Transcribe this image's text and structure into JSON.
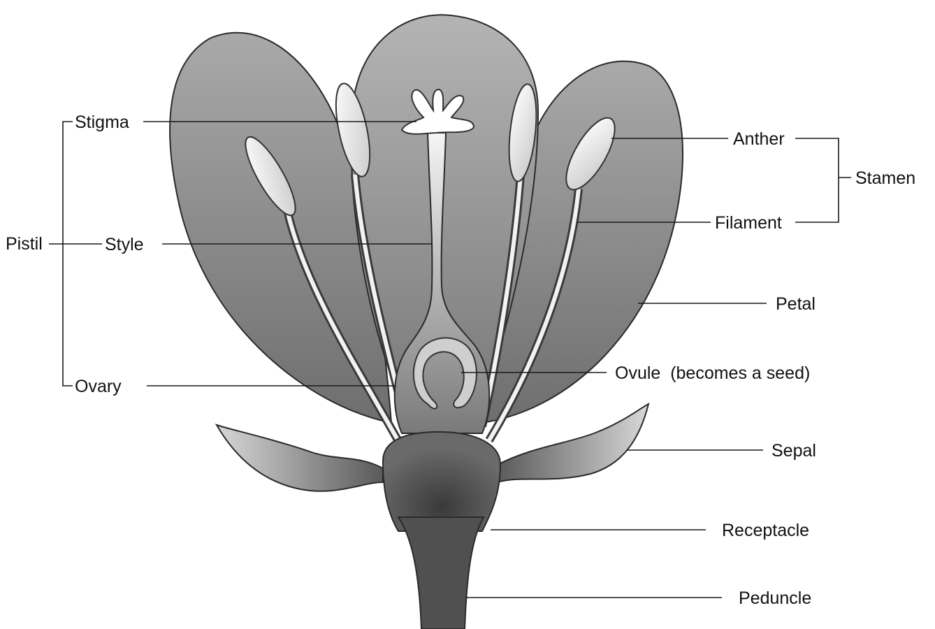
{
  "diagram": {
    "labels": {
      "stigma": "Stigma",
      "style": "Style",
      "ovary": "Ovary",
      "pistil": "Pistil",
      "anther": "Anther",
      "filament": "Filament",
      "stamen": "Stamen",
      "petal": "Petal",
      "ovule": "Ovule  (becomes a seed)",
      "sepal": "Sepal",
      "receptacle": "Receptacle",
      "peduncle": "Peduncle"
    }
  }
}
